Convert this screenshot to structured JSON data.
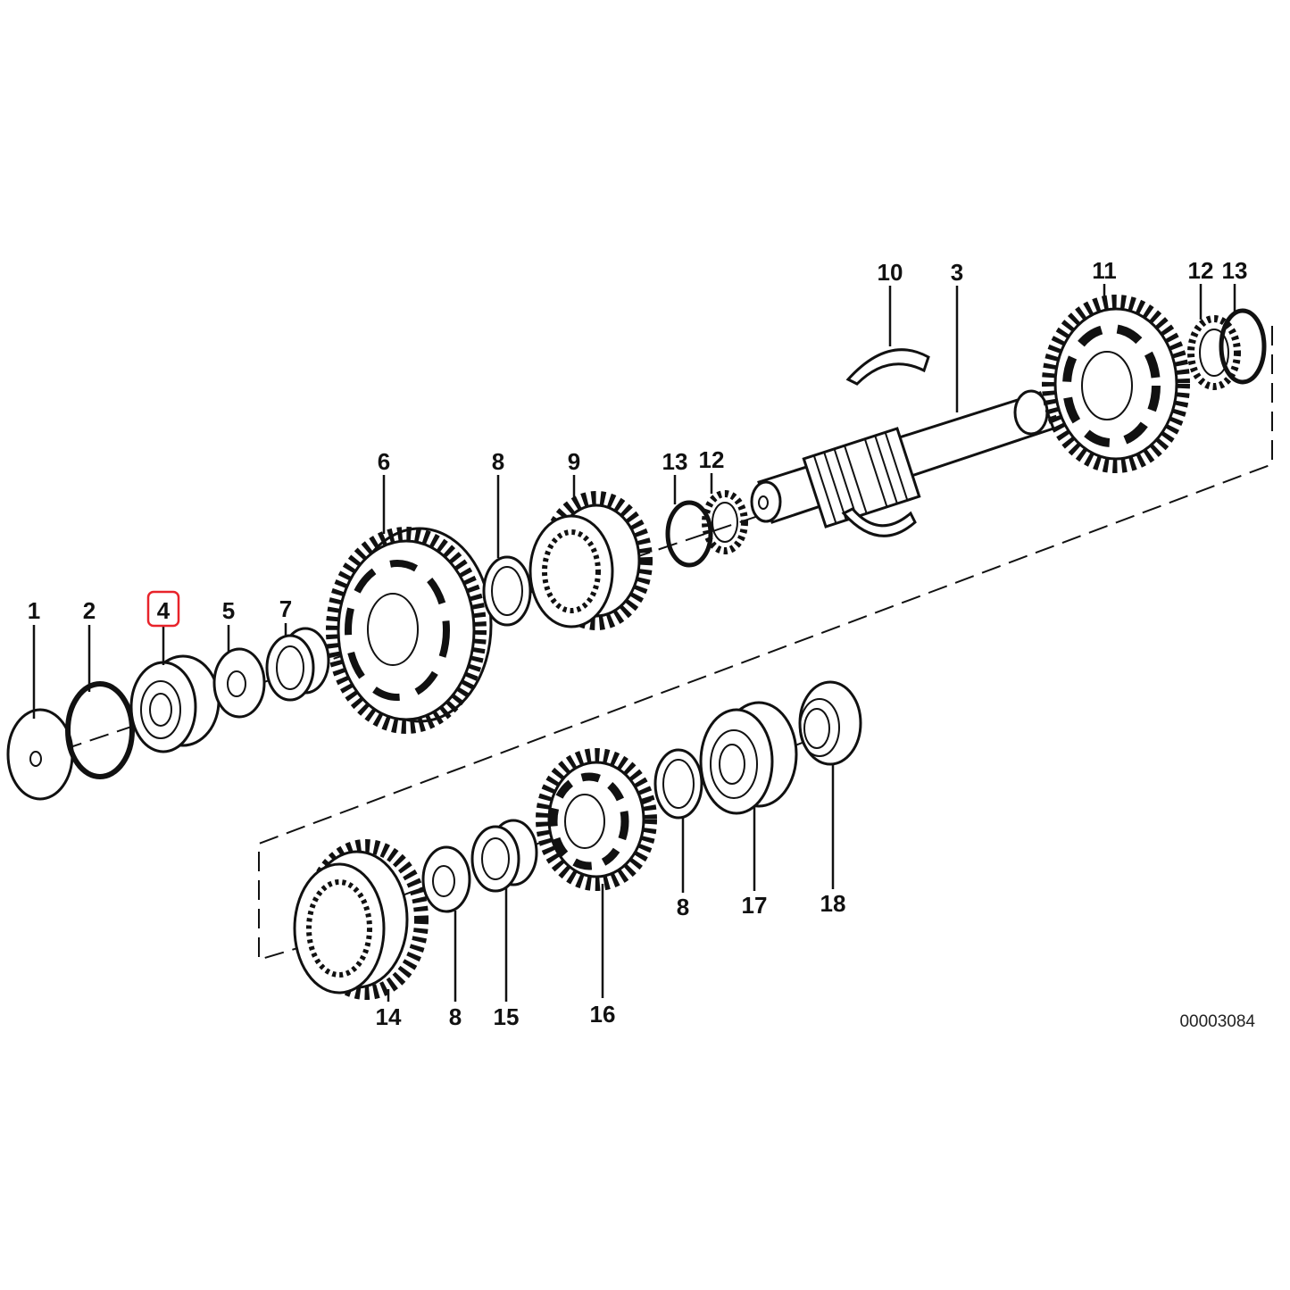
{
  "diagram": {
    "drawing_number": "00003084",
    "highlighted_part": "4",
    "highlight_color": "#e8232a",
    "labels": {
      "p1": "1",
      "p2": "2",
      "p4": "4",
      "p5": "5",
      "p7": "7",
      "p6": "6",
      "p8a": "8",
      "p9": "9",
      "p13a": "13",
      "p12a": "12",
      "p10": "10",
      "p3": "3",
      "p11": "11",
      "p12b": "12",
      "p13b": "13",
      "p14": "14",
      "p8b": "8",
      "p15": "15",
      "p16": "16",
      "p8c": "8",
      "p17": "17",
      "p18": "18"
    }
  }
}
